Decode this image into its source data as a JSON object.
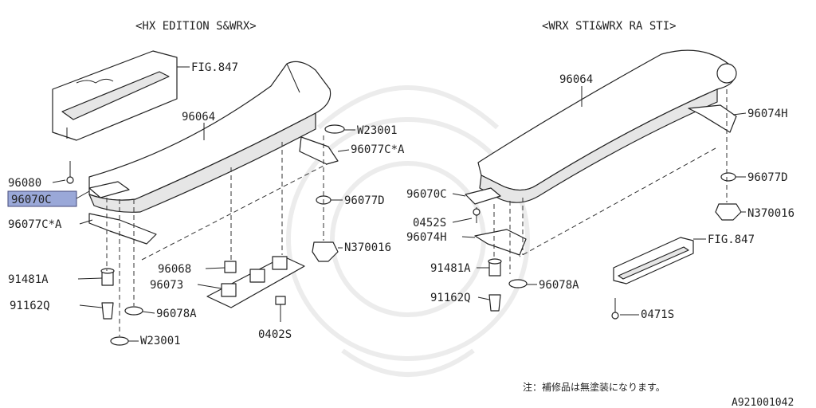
{
  "headers": {
    "left": "<HX EDITION S&WRX>",
    "right": "<WRX STI&WRX RA STI>"
  },
  "labels": {
    "fig847_left": "FIG.847",
    "p96064_left": "96064",
    "p96080": "96080",
    "p96070C_left": "96070C",
    "p96077CA_left_upper": "96077C*A",
    "p96077CA_left_lower": "96077C*A",
    "pW23001_upper": "W23001",
    "p96077D_center": "96077D",
    "pN370016_center": "N370016",
    "p96068": "96068",
    "p96073": "96073",
    "p91481A_left": "91481A",
    "p91162Q_left": "91162Q",
    "p96078A_left": "96078A",
    "pW23001_lower": "W23001",
    "p0402S": "0402S",
    "p96064_right": "96064",
    "p96074H_upper": "96074H",
    "p96070C_right": "96070C",
    "p0452S": "0452S",
    "p96074H_lower": "96074H",
    "p96077D_right": "96077D",
    "pN370016_right": "N370016",
    "fig847_right": "FIG.847",
    "p91481A_right": "91481A",
    "p91162Q_right": "91162Q",
    "p96078A_right": "96078A",
    "p0471S": "0471S"
  },
  "footer": {
    "note": "注：補修品は無塗装になります。",
    "code": "A921001042"
  },
  "highlight_color": "#9aa8d8"
}
